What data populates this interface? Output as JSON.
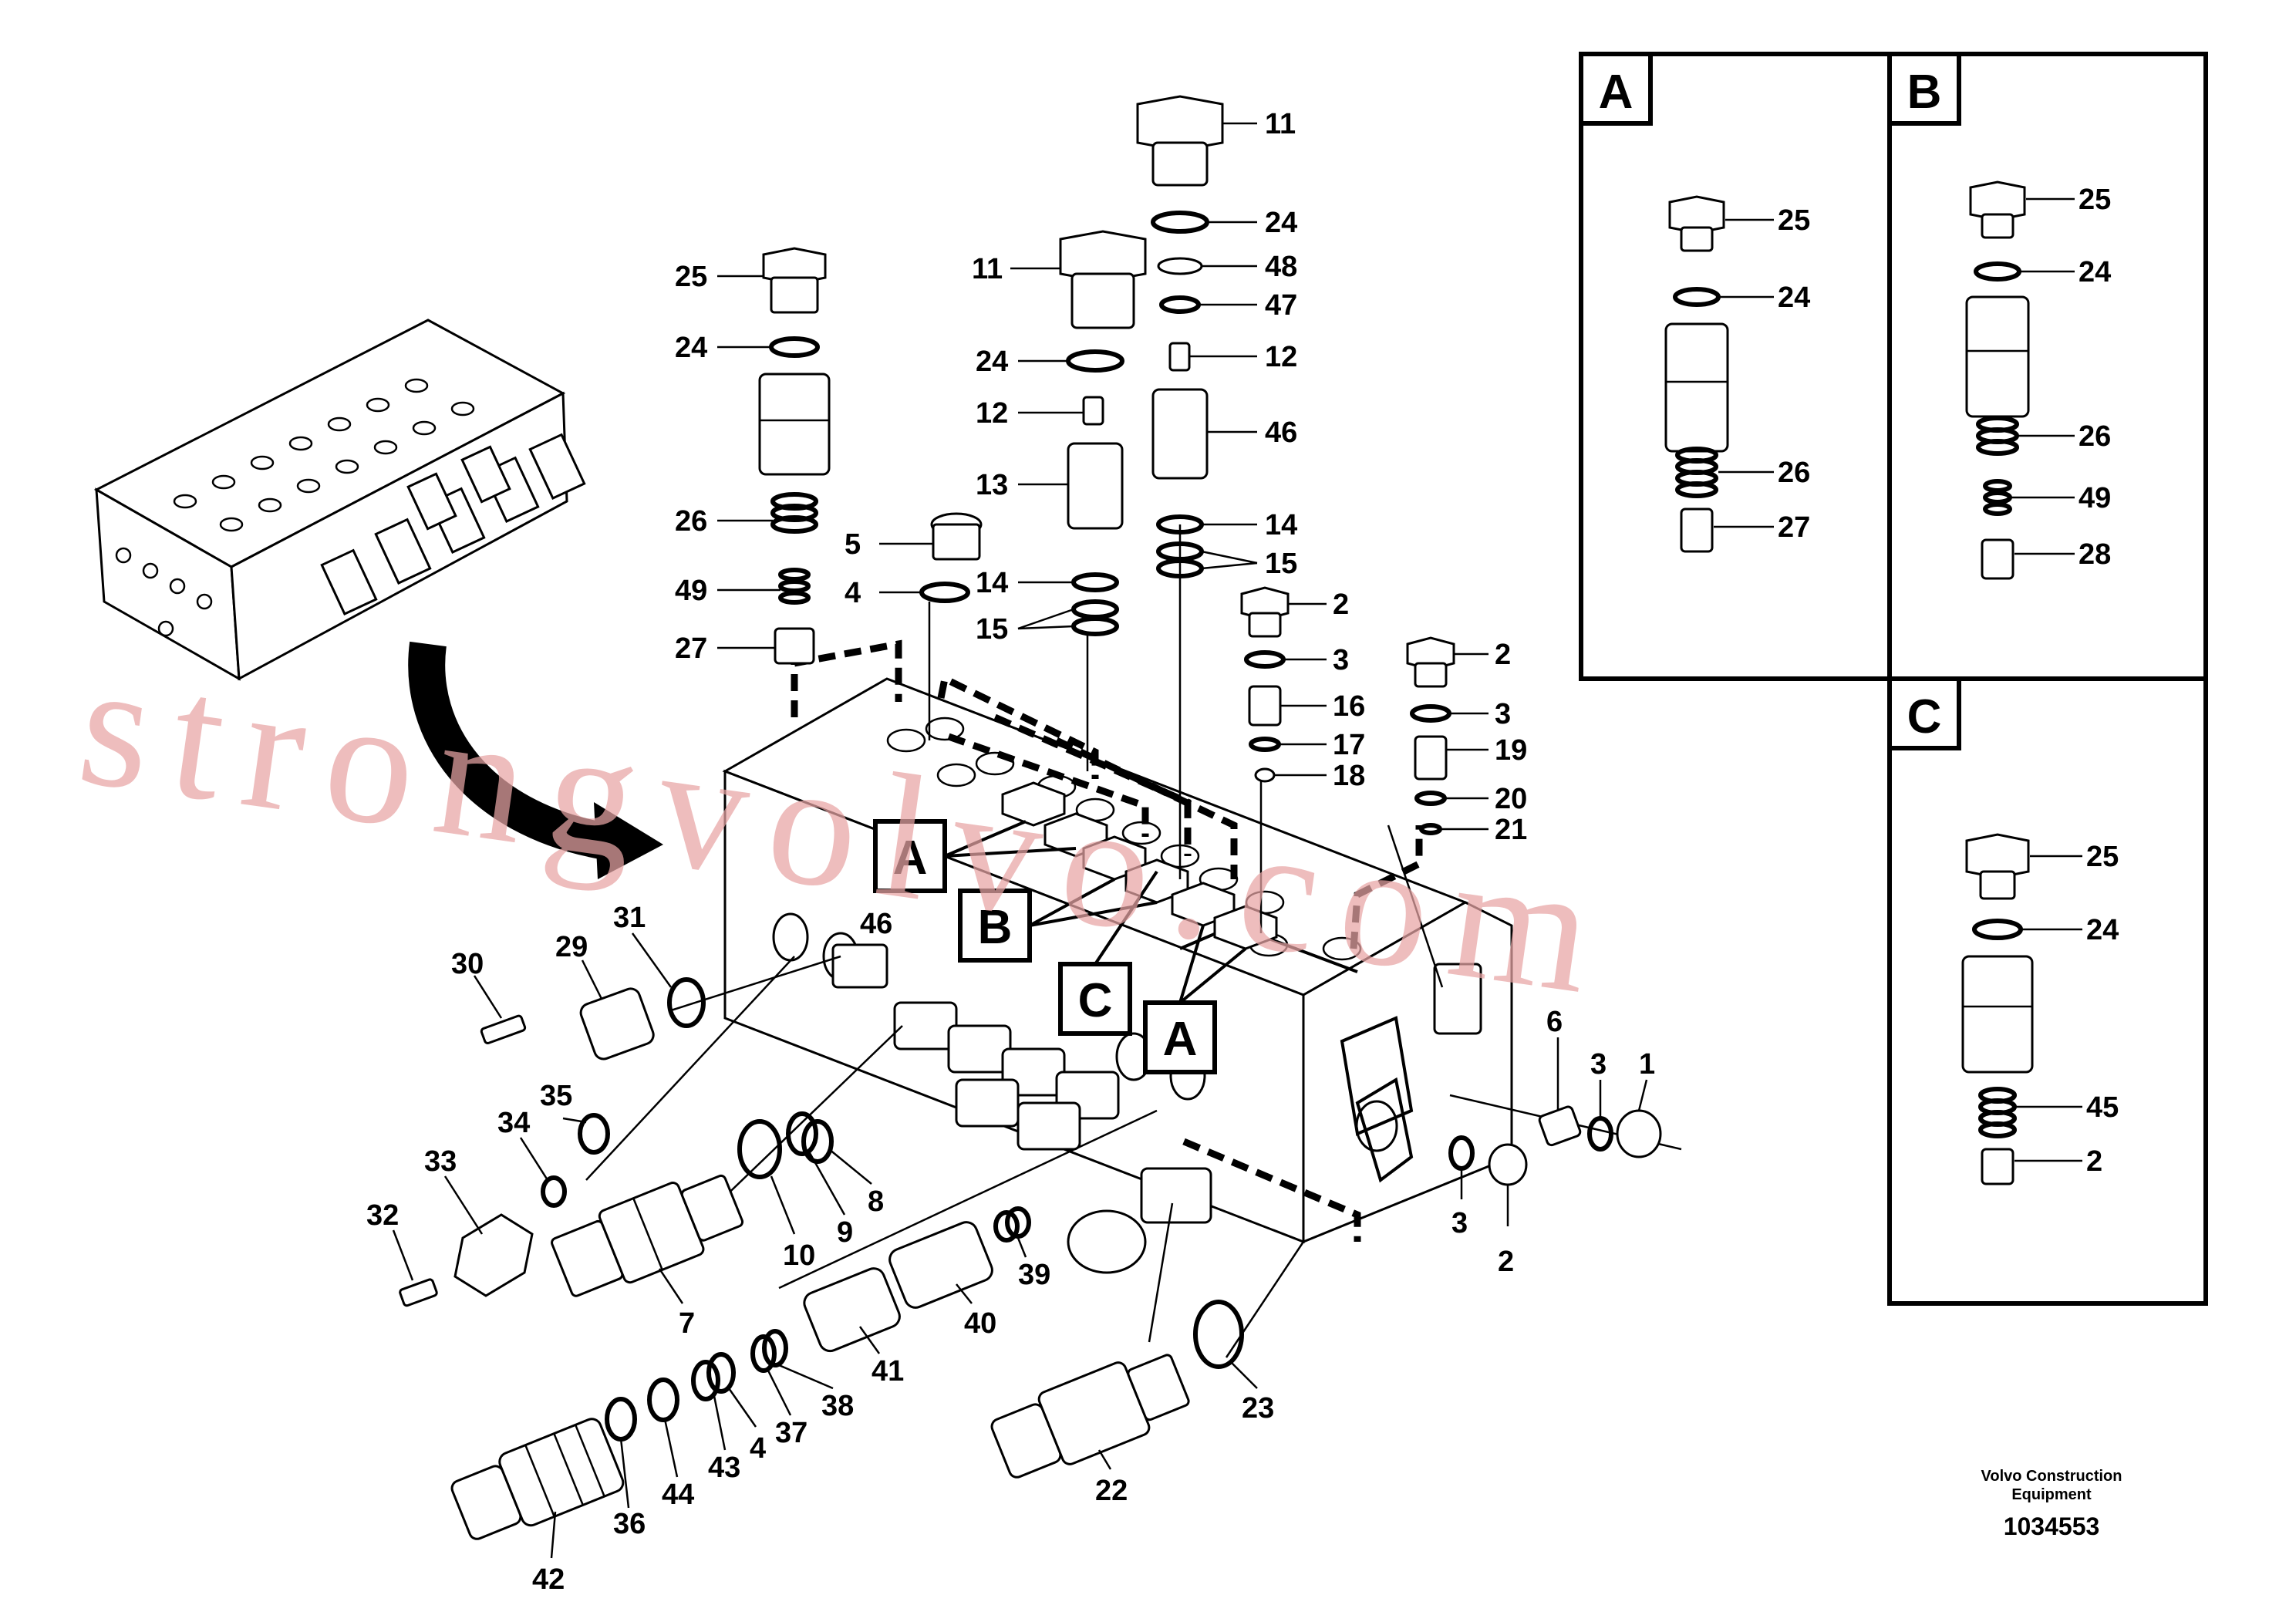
{
  "caption": {
    "brand_line1": "Volvo Construction",
    "brand_line2": "Equipment",
    "drawing_number": "1034553"
  },
  "watermark": "strongvolvo.com",
  "detail_boxes": {
    "A": {
      "letter": "A",
      "labels": [
        "25",
        "24",
        "26",
        "27"
      ]
    },
    "B": {
      "letter": "B",
      "labels": [
        "25",
        "24",
        "26",
        "49",
        "28"
      ]
    },
    "C": {
      "letter": "C",
      "labels": [
        "25",
        "24",
        "45",
        "2"
      ]
    }
  },
  "callouts": [
    {
      "id": "A",
      "text": "A"
    },
    {
      "id": "B",
      "text": "B"
    },
    {
      "id": "C",
      "text": "C"
    },
    {
      "id": "A2",
      "text": "A"
    }
  ],
  "labels": {
    "l1": "1",
    "l2a": "2",
    "l2b": "2",
    "l2c": "2",
    "l3a": "3",
    "l3b": "3",
    "l3c": "3",
    "l4a": "4",
    "l4b": "4",
    "l5": "5",
    "l6": "6",
    "l7": "7",
    "l8": "8",
    "l9": "9",
    "l10": "10",
    "l11a": "11",
    "l11b": "11",
    "l12a": "12",
    "l12b": "12",
    "l13": "13",
    "l14a": "14",
    "l14b": "14",
    "l15a": "15",
    "l15b": "15",
    "l16": "16",
    "l17": "17",
    "l18": "18",
    "l19": "19",
    "l20": "20",
    "l21": "21",
    "l22": "22",
    "l23": "23",
    "l24a": "24",
    "l24b": "24",
    "l24c": "24",
    "l25": "25",
    "l26": "26",
    "l27": "27",
    "l29": "29",
    "l30": "30",
    "l31": "31",
    "l32": "32",
    "l33": "33",
    "l34": "34",
    "l35": "35",
    "l36": "36",
    "l37": "37",
    "l38": "38",
    "l39": "39",
    "l40": "40",
    "l41": "41",
    "l42": "42",
    "l43": "43",
    "l44": "44",
    "l46a": "46",
    "l46b": "46",
    "l47": "47",
    "l48": "48",
    "l49": "49"
  }
}
